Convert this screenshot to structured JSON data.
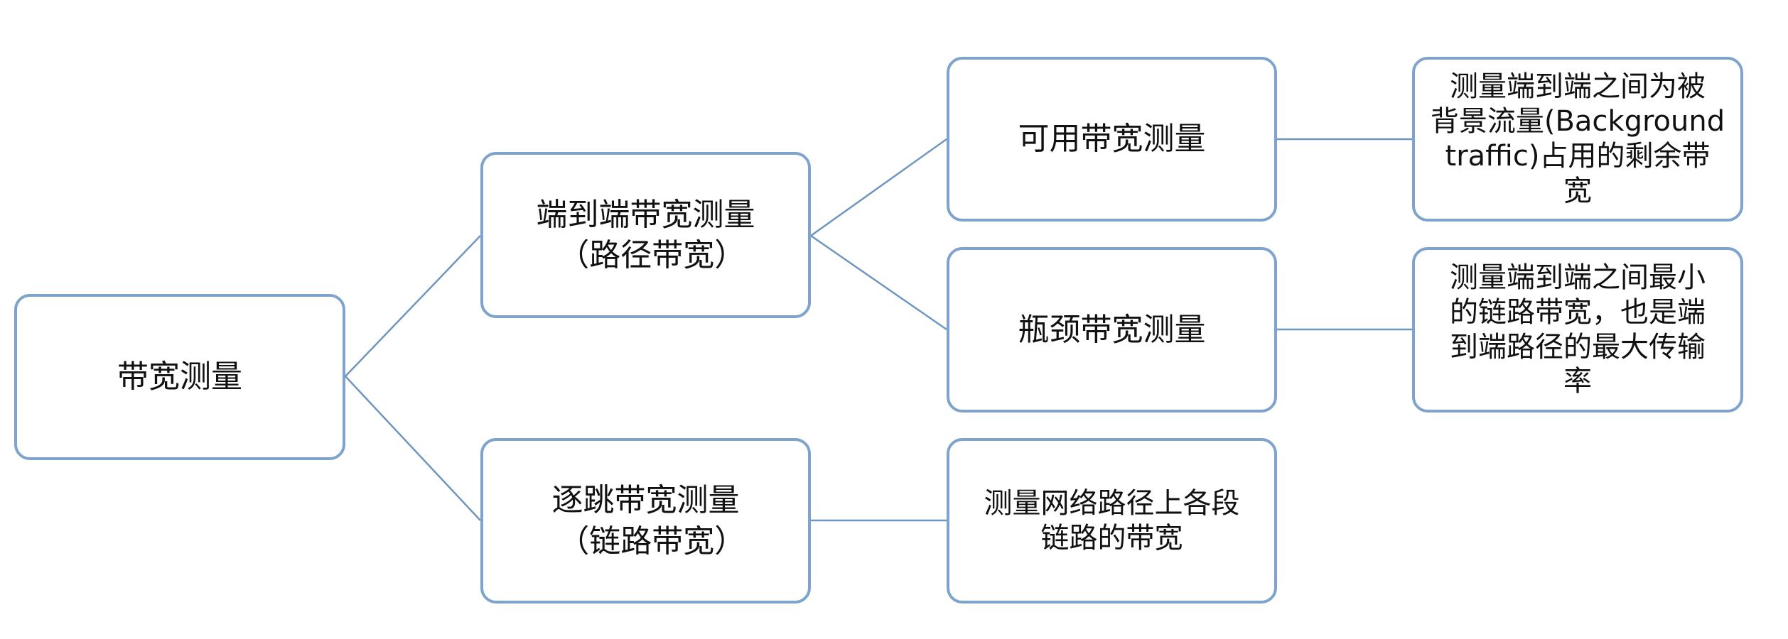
{
  "diagram": {
    "root": {
      "label": "带宽测量"
    },
    "end_to_end": {
      "line1": "端到端带宽测量",
      "line2": "（路径带宽）"
    },
    "hop_by_hop": {
      "line1": "逐跳带宽测量",
      "line2": "（链路带宽）"
    },
    "available": {
      "label": "可用带宽测量"
    },
    "bottleneck": {
      "label": "瓶颈带宽测量"
    },
    "link_desc": {
      "line1": "测量网络路径上各段",
      "line2": "链路的带宽"
    },
    "available_desc": {
      "line1": "测量端到端之间为被",
      "line2": "背景流量(Background",
      "line3": "traffic)占用的剩余带",
      "line4": "宽"
    },
    "bottleneck_desc": {
      "line1": "测量端到端之间最小",
      "line2": "的链路带宽，也是端",
      "line3": "到端路径的最大传输",
      "line4": "率"
    },
    "colors": {
      "box_border": "#7ea3cc",
      "connector": "#6f96bf",
      "box_fill": "#ffffff",
      "text": "#111111"
    }
  }
}
